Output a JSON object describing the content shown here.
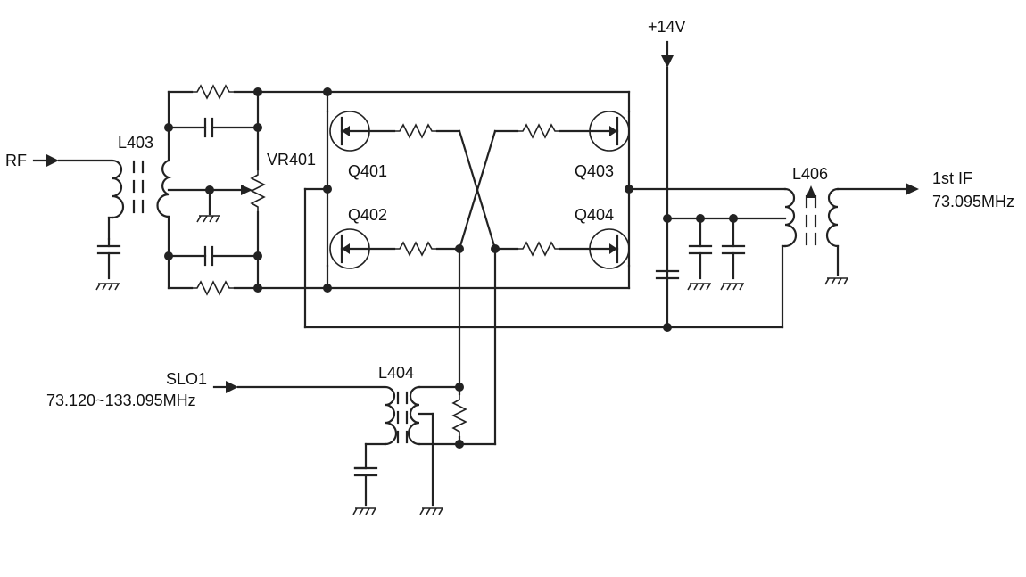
{
  "labels": {
    "rf": "RF",
    "l403": "L403",
    "vr401": "VR401",
    "q401": "Q401",
    "q402": "Q402",
    "q403": "Q403",
    "q404": "Q404",
    "supply": "+14V",
    "l406": "L406",
    "if_out": "1st IF",
    "if_freq": "73.095MHz",
    "slo": "SLO1",
    "slo_freq": "73.120~133.095MHz",
    "l404": "L404"
  }
}
